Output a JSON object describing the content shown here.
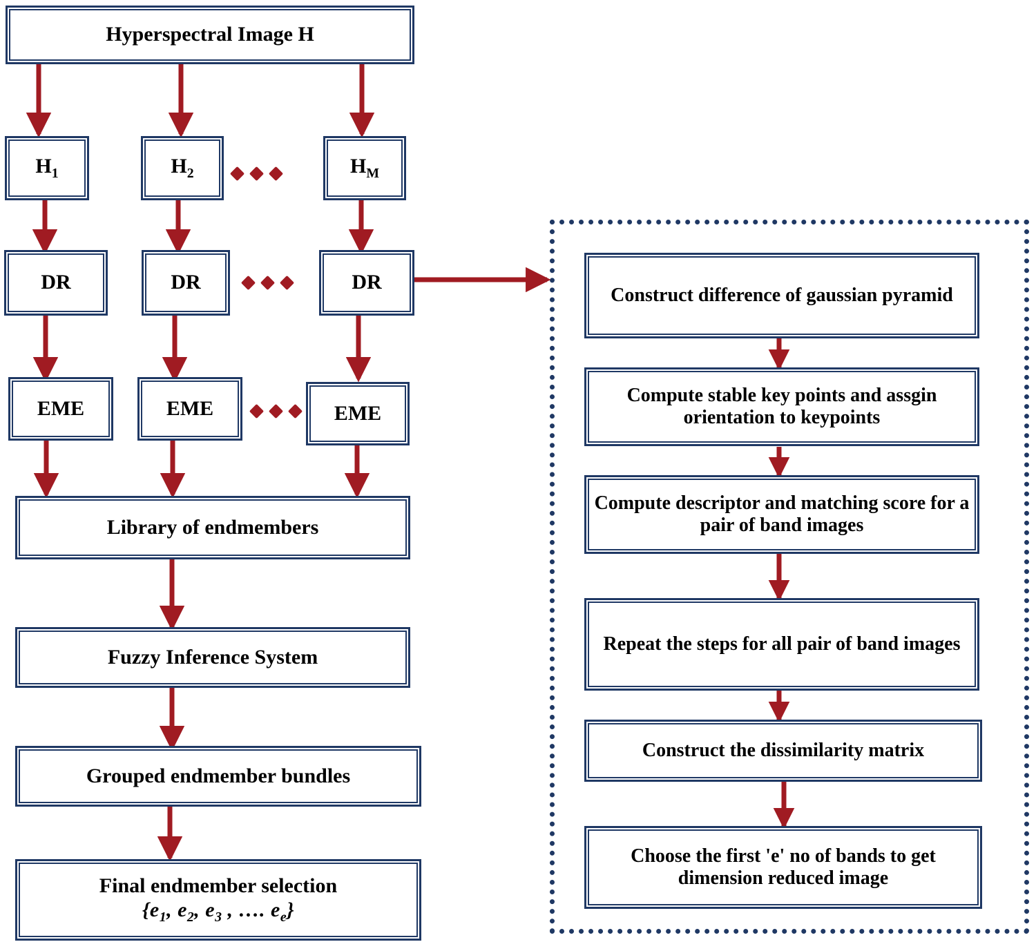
{
  "diagram": {
    "title": "Hyperspectral endmember selection flowchart",
    "colors": {
      "box_border": "#1F3864",
      "arrow": "#A01B22",
      "panel_border": "#1F3864",
      "background": "#FFFFFF",
      "text": "#000000"
    }
  },
  "left_flow": {
    "source_box": {
      "label": "Hyperspectral Image  H"
    },
    "band_boxes": [
      {
        "label": "H",
        "subscript": "1"
      },
      {
        "label": "H",
        "subscript": "2"
      },
      {
        "label": "H",
        "subscript": "M"
      }
    ],
    "dr_boxes": [
      {
        "label": "DR"
      },
      {
        "label": "DR"
      },
      {
        "label": "DR"
      }
    ],
    "eme_boxes": [
      {
        "label": "EME"
      },
      {
        "label": "EME"
      },
      {
        "label": "EME"
      }
    ],
    "ellipsis": "•••",
    "stack": [
      {
        "label": "Library  of endmembers"
      },
      {
        "label": "Fuzzy  Inference  System"
      },
      {
        "label": "Grouped endmember bundles"
      }
    ],
    "final_box": {
      "line1": "Final  endmember  selection",
      "line2_prefix": "{",
      "line2_terms": [
        {
          "base": "e",
          "sub": "1"
        },
        {
          "base": "e",
          "sub": "2"
        },
        {
          "base": "e",
          "sub": "3"
        }
      ],
      "line2_middle": ", …. ",
      "line2_last": {
        "base": "e",
        "sub": "e"
      },
      "line2_suffix": "}"
    }
  },
  "right_panel": {
    "steps": [
      {
        "label": "Construct difference  of gaussian pyramid"
      },
      {
        "label": "Compute stable key points and assgin orientation to keypoints"
      },
      {
        "label": "Compute  descriptor and matching score for a pair of band images"
      },
      {
        "label": "Repeat the steps  for all  pair of band images"
      },
      {
        "label": "Construct the dissimilarity  matrix"
      },
      {
        "label": "Choose the first 'e' no of bands to get dimension reduced image"
      }
    ]
  }
}
